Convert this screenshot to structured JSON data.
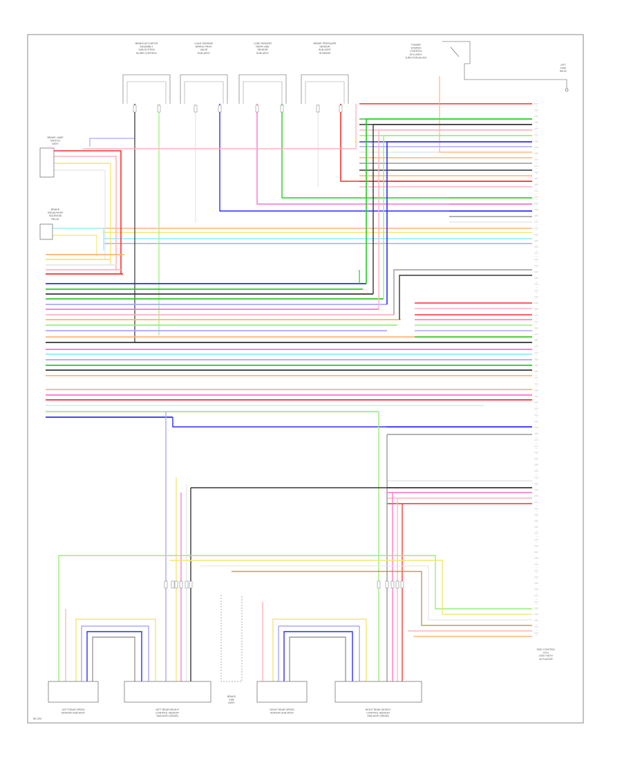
{
  "colors": {
    "red": "#ff2a2a",
    "pink": "#ffb3bf",
    "magenta": "#ff6fd0",
    "green": "#22cc22",
    "lightgreen": "#99ee77",
    "blue": "#2a2aff",
    "lightblue": "#a8a8ff",
    "yellow": "#f2e86a",
    "orange": "#ffb37a",
    "cyan": "#88f0f0",
    "gray": "#999999",
    "black": "#333333",
    "brown": "#b08850",
    "white": "#e6e6e6"
  },
  "labels": {
    "top_comp_1": [
      "BRAKE ACTUATOR",
      "ASSEMBLY",
      "SUB-SYSTEM",
      "IN ABS CONTROL"
    ],
    "top_comp_2": [
      "LOAD SENSING",
      "BRAKE PROP.",
      "VALVE",
      "SUB-ASSY"
    ],
    "top_comp_3": [
      "LOAD SENSOR",
      "REAR SIDE",
      "SENSOR",
      "SUB-ASSY"
    ],
    "top_comp_4": [
      "BRAKE PRESSURE",
      "SENSOR",
      "SUB-ASSY",
      "IN BRAKE"
    ],
    "top_right_comp": [
      "POWER",
      "SOURCE",
      "CONTROL",
      "ECU ASSY",
      "JUNCTION BLOCK"
    ],
    "left_comp_1": [
      "BRAKE LAMP",
      "SWITCH",
      "ASSY"
    ],
    "left_comp_2": [
      "BRAKE",
      "REGULATOR",
      "SOLENOID",
      "RELAY"
    ],
    "bottom_comp_1": [
      "LEFT REAR SPEED",
      "SENSOR SUB-ASSY"
    ],
    "bottom_comp_2": [
      "LEFT REAR HEIGHT",
      "CONTROL SENSOR",
      "SUB-ASSY (REAR)"
    ],
    "bottom_comp_3": [
      "RIGHT REAR SPEED",
      "SENSOR SUB-ASSY"
    ],
    "bottom_comp_4": [
      "RIGHT REAR HEIGHT",
      "CONTROL SENSOR",
      "SUB-ASSY (REAR)"
    ],
    "bottom_center": [
      "BRAKE",
      "SUB",
      "ASSY"
    ],
    "right_comp": [
      "SKID CONTROL",
      "ECU",
      "ASSY WITH",
      "ACTUATOR"
    ],
    "page_code": "BA 1234"
  }
}
